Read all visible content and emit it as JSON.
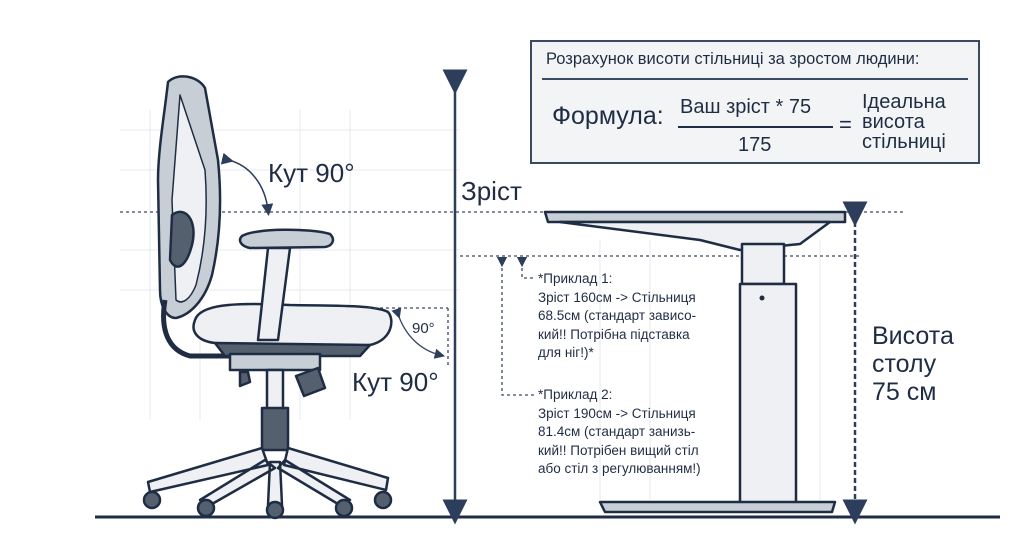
{
  "angles": {
    "back_angle": "Кут 90°",
    "knee_angle_small": "90°",
    "knee_angle": "Кут 90°"
  },
  "height_label": "Зріст",
  "table_label": [
    "Висота",
    "столу",
    "75 см"
  ],
  "formula": {
    "title": "Розрахунок висоти стільниці за зростом людини:",
    "label": "Формула:",
    "numerator": "Ваш зріст * 75",
    "denominator": "175",
    "equals": "=",
    "result": [
      "Ідеальна",
      "висота",
      "стільниці"
    ]
  },
  "examples": [
    {
      "title": "*Приклад 1:",
      "lines": [
        "Зріст 160см -> Стільниця",
        "68.5см (стандарт зависо-",
        "кий!! Потрібна підставка",
        "для ніг!)*"
      ]
    },
    {
      "title": "*Приклад 2:",
      "lines": [
        "Зріст 190см -> Стільниця",
        "81.4см (стандарт занизь-",
        "кий!! Потрібен вищий стіл",
        "або стіл з регулюванням!)"
      ]
    }
  ],
  "colors": {
    "line": "#1f2d44",
    "fill_light": "#eef0f3",
    "fill_mid": "#c8ced6",
    "fill_dark": "#55606f",
    "arrow": "#2c3e5c"
  }
}
